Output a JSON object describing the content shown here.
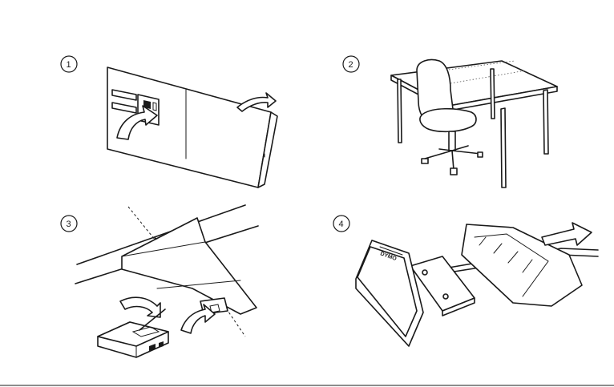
{
  "steps": [
    {
      "number": "1",
      "icon": "wall-panel-icon"
    },
    {
      "number": "2",
      "icon": "desk-chair-icon"
    },
    {
      "number": "3",
      "icon": "desk-mount-icon"
    },
    {
      "number": "4",
      "icon": "device-slide-icon"
    }
  ],
  "device_label": "DYMO",
  "colors": {
    "line": "#1a1a1a",
    "background": "#ffffff"
  }
}
